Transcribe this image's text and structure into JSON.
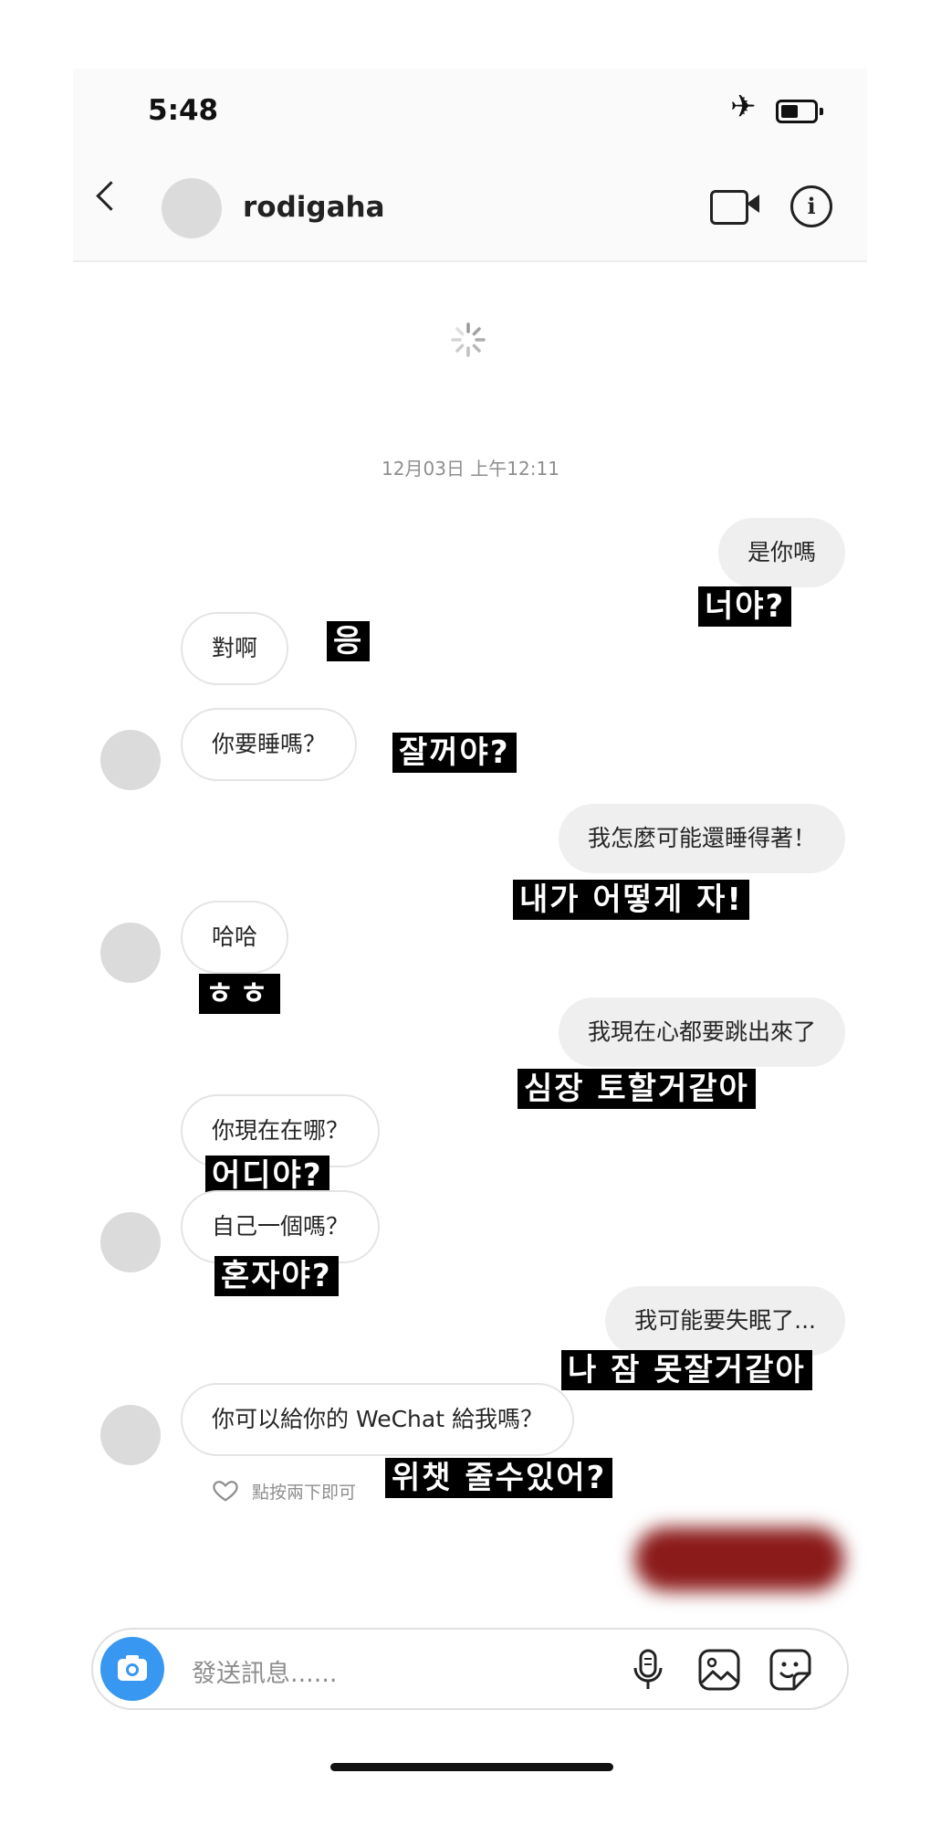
{
  "status_bar": {
    "time": "5:48"
  },
  "header": {
    "username": "rodigaha"
  },
  "icons": {
    "back": "chevron-left-icon",
    "video": "video-camera-icon",
    "info": "info-icon",
    "loading": "spinner-icon",
    "like": "heart-icon",
    "camera": "camera-icon",
    "mic": "microphone-icon",
    "gallery": "image-icon",
    "sticker": "sticker-icon"
  },
  "conversation": {
    "timestamp": "12月03日 上午12:11",
    "messages": [
      {
        "from": "me",
        "text": "是你嗎",
        "translation": "너야?"
      },
      {
        "from": "them",
        "text": "對啊",
        "translation": "응"
      },
      {
        "from": "them",
        "text": "你要睡嗎？",
        "translation": "잘꺼야?"
      },
      {
        "from": "me",
        "text": "我怎麼可能還睡得著！",
        "translation": "내가 어떻게 자!"
      },
      {
        "from": "them",
        "text": "哈哈",
        "translation": "ㅎㅎ"
      },
      {
        "from": "me",
        "text": "我現在心都要跳出來了",
        "translation": "심장 토할거같아"
      },
      {
        "from": "them",
        "text": "你現在在哪？",
        "translation": "어디야?"
      },
      {
        "from": "them",
        "text": "自己一個嗎？",
        "translation": "혼자야?"
      },
      {
        "from": "me",
        "text": "我可能要失眠了...",
        "translation": "나 잠 못잘거같아"
      },
      {
        "from": "them",
        "text": "你可以給你的 WeChat 給我嗎？",
        "translation": "위챗 줄수있어?"
      }
    ],
    "like_hint": "點按兩下即可"
  },
  "composer": {
    "placeholder": "發送訊息......"
  },
  "colors": {
    "accent": "#3897f0",
    "redacted": "#8b1a1a",
    "bubble_out": "#efefef"
  }
}
